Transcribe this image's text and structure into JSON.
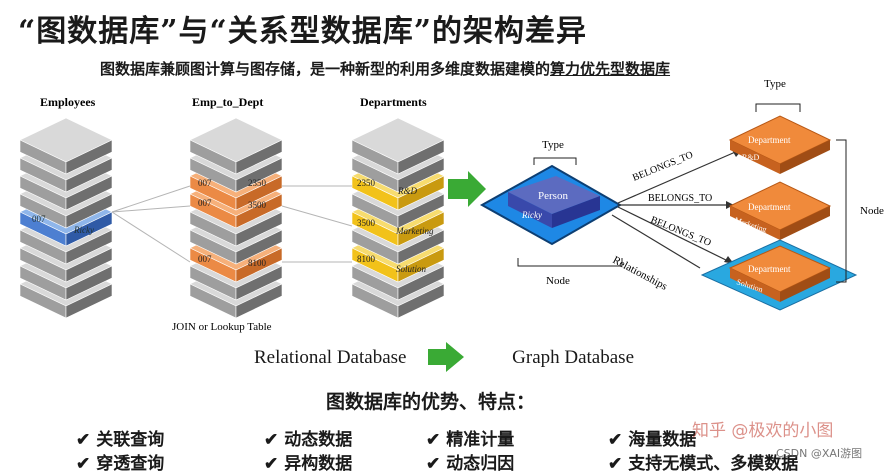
{
  "title": "“图数据库”与“关系型数据库”的架构差异",
  "subtitle": {
    "prefix": "图数据库兼顾图计算与图存储，是一种新型的利用多维度数据建模的",
    "highlight": "算力优先型数据库"
  },
  "relational": {
    "employees_label": "Employees",
    "emp_to_dept_label": "Emp_to_Dept",
    "departments_label": "Departments",
    "join_label": "JOIN or Lookup Table",
    "employee_row": {
      "id": "007",
      "name": "Ricky"
    },
    "emp_dept_rows": [
      {
        "emp": "007",
        "dept": "2350"
      },
      {
        "emp": "007",
        "dept": "3500"
      },
      {
        "emp": "007",
        "dept": "8100"
      }
    ],
    "dept_rows": [
      {
        "id": "2350",
        "name": "R&D"
      },
      {
        "id": "3500",
        "name": "Marketing"
      },
      {
        "id": "8100",
        "name": "Solution"
      }
    ]
  },
  "graph": {
    "type_label": "Type",
    "node_label": "Node",
    "relationships_label": "Relationships",
    "person_label": "Person",
    "person_name": "Ricky",
    "edge_label": "BELONGS_TO",
    "departments": [
      {
        "label": "Department",
        "name": "R&D"
      },
      {
        "label": "Department",
        "name": "Marketing"
      },
      {
        "label": "Department",
        "name": "Solution"
      }
    ]
  },
  "compare": {
    "left": "Relational Database",
    "right": "Graph Database"
  },
  "advantages": {
    "title": "图数据库的优势、特点：",
    "items": [
      "关联查询",
      "动态数据",
      "精准计量",
      "海量数据",
      "穿透查询",
      "异构数据",
      "动态归因",
      "支持无模式、多模数据"
    ]
  },
  "watermark": {
    "main": "知乎 @极欢的小图",
    "csdn": "CSDN @XAI游图"
  },
  "colors": {
    "orange": "#e8762b",
    "blue": "#1f7fd6",
    "yellow": "#f2c21a",
    "green": "#3aaa35",
    "gray": "#8c8c8c"
  }
}
